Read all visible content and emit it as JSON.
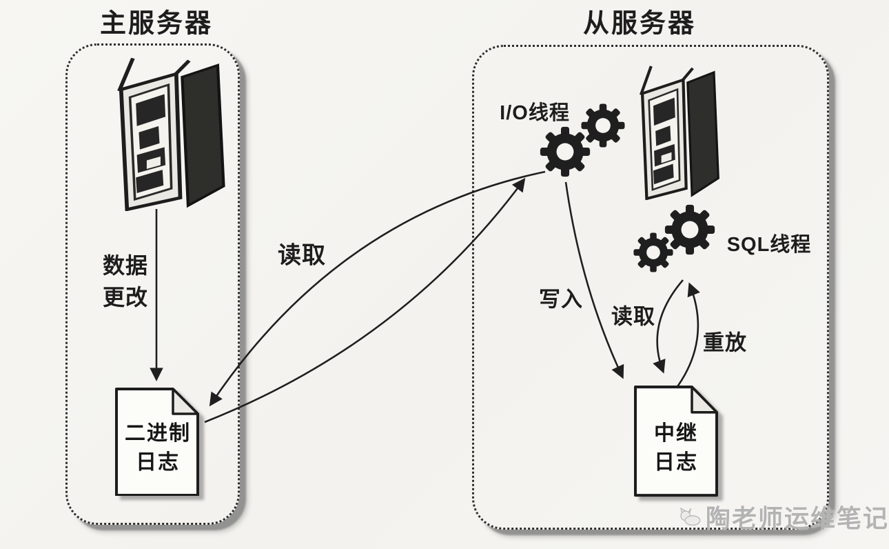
{
  "master": {
    "title": "主服务器",
    "change_line1": "数据",
    "change_line2": "更改",
    "binlog_line1": "二进制",
    "binlog_line2": "日志"
  },
  "flow": {
    "read_binlog": "读取"
  },
  "slave": {
    "title": "从服务器",
    "io_thread": "I/O线程",
    "sql_thread": "SQL线程",
    "write": "写入",
    "read": "读取",
    "replay": "重放",
    "relay_line1": "中继",
    "relay_line2": "日志"
  },
  "watermark": {
    "text": "陶老师运维笔记"
  },
  "icons": {
    "master_server": "server-tower-icon",
    "slave_server": "server-tower-icon",
    "io_gears": "gears-icon",
    "sql_gears": "gears-icon",
    "binlog": "document-icon",
    "relay_log": "document-icon",
    "watermark_logo": "cat-logo-icon"
  },
  "colors": {
    "ink": "#1f1f1f",
    "background": "#f5f4f1",
    "watermark_gray": "#b3b3b3"
  }
}
